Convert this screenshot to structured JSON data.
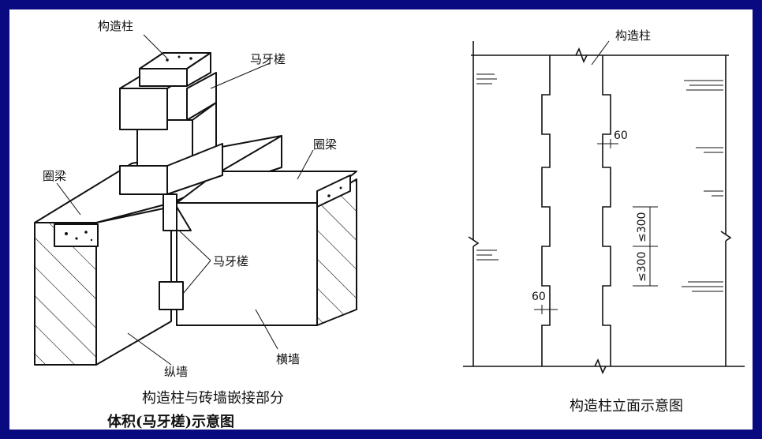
{
  "left_diagram": {
    "labels": {
      "column_top": "构造柱",
      "toothed_top": "马牙槎",
      "ring_beam_right": "圈梁",
      "ring_beam_left": "圈梁",
      "toothed_mid": "马牙槎",
      "cross_wall": "横墙",
      "long_wall": "纵墙"
    },
    "caption_line1": "构造柱与砖墙嵌接部分",
    "caption_line2": "体积(马牙槎)示意图"
  },
  "right_diagram": {
    "labels": {
      "column_top": "构造柱",
      "dim_60_top": "60",
      "dim_300_a": "≤300",
      "dim_300_b": "≤300",
      "dim_60_bottom": "60"
    },
    "caption": "构造柱立面示意图"
  }
}
